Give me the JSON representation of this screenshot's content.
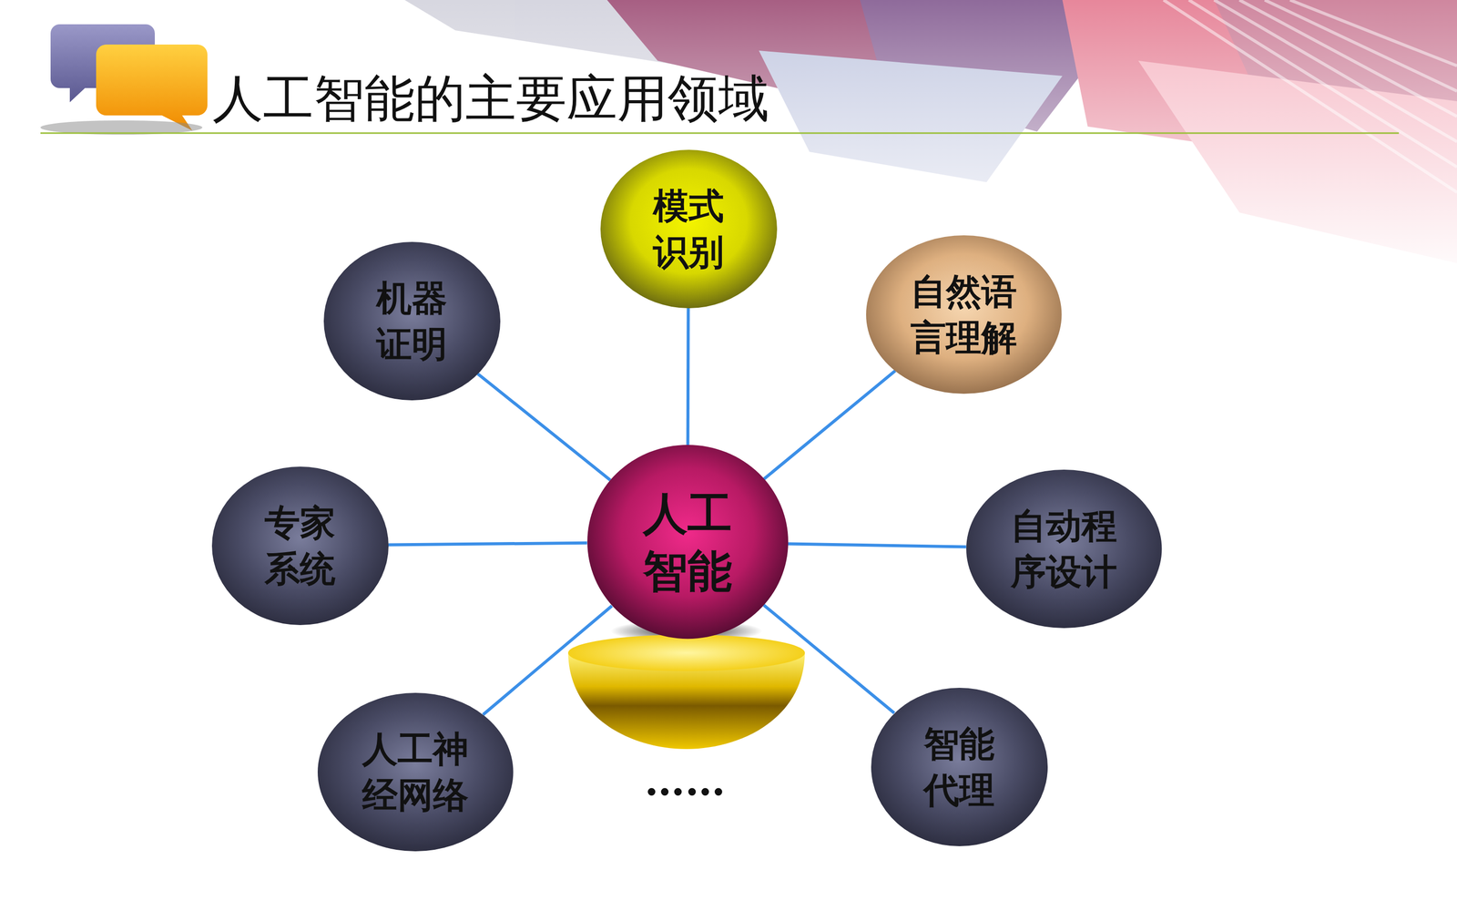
{
  "diagram": {
    "title": "人工智能的主要应用领域",
    "nodes": [
      {
        "text": [
          "模式识别"
        ]
      },
      {
        "text": [
          "机器证明"
        ]
      },
      {
        "text": [
          "自然语言理解"
        ]
      },
      {
        "text": [
          "人工智能"
        ]
      },
      {
        "text": [
          "专家系统"
        ]
      },
      {
        "text": [
          "自动程序设计"
        ]
      },
      {
        "text": [
          "人工神经网络"
        ]
      },
      {
        "text": [
          "智能代理"
        ]
      }
    ],
    "edges": [
      {
        "from": 3,
        "to": 0,
        "arrow": "none"
      },
      {
        "from": 3,
        "to": 1,
        "arrow": "none"
      },
      {
        "from": 3,
        "to": 2,
        "arrow": "none"
      },
      {
        "from": 3,
        "to": 4,
        "arrow": "none"
      },
      {
        "from": 3,
        "to": 5,
        "arrow": "none"
      },
      {
        "from": 3,
        "to": 6,
        "arrow": "none"
      },
      {
        "from": 3,
        "to": 7,
        "arrow": "none"
      }
    ],
    "labels": [
      "……"
    ]
  }
}
